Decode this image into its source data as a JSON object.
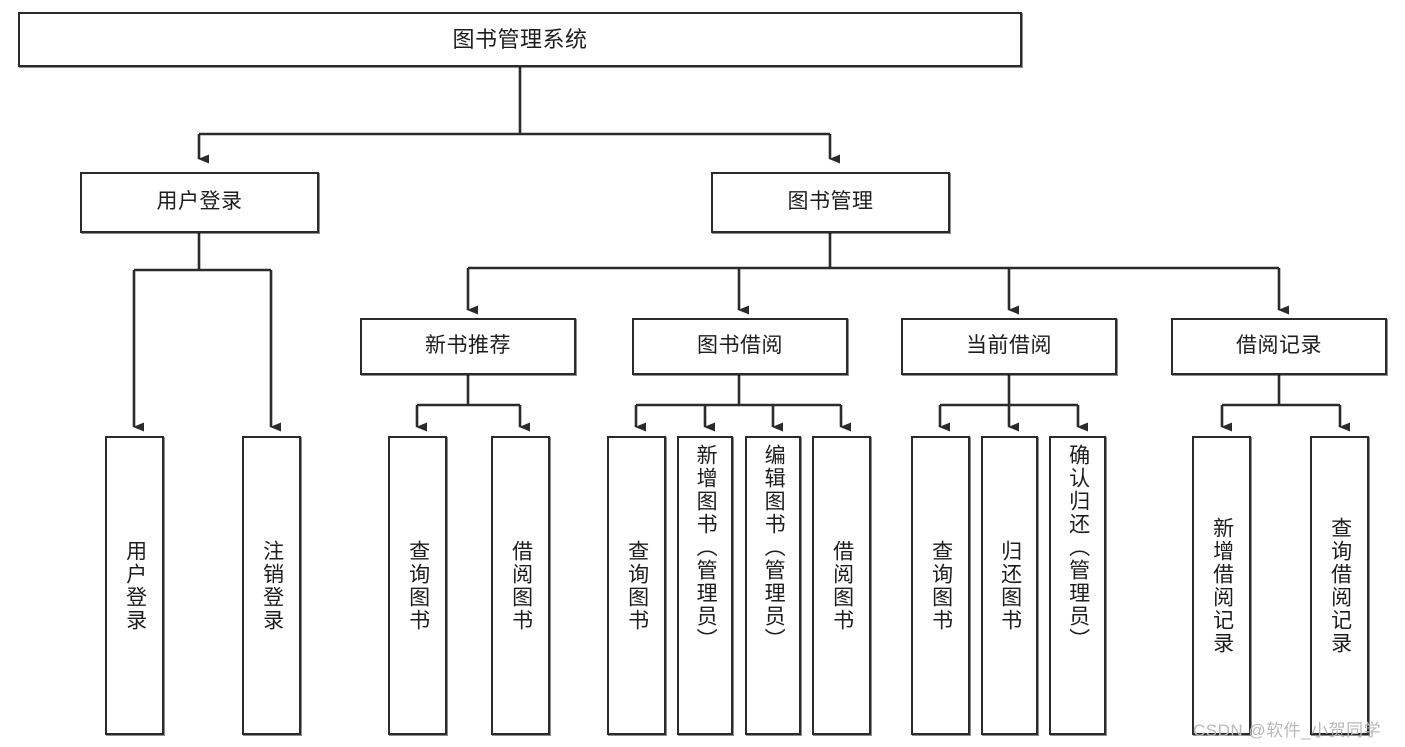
{
  "diagram": {
    "type": "tree",
    "title": "图书管理系统",
    "root": {
      "label": "图书管理系统"
    },
    "level1": [
      {
        "label": "用户登录"
      },
      {
        "label": "图书管理"
      }
    ],
    "level2": [
      {
        "label": "新书推荐"
      },
      {
        "label": "图书借阅"
      },
      {
        "label": "当前借阅"
      },
      {
        "label": "借阅记录"
      }
    ],
    "leaves": {
      "user_login": [
        {
          "label": "用户登录"
        },
        {
          "label": "注销登录"
        }
      ],
      "new_book_recommend": [
        {
          "label": "查询图书"
        },
        {
          "label": "借阅图书"
        }
      ],
      "book_borrow": [
        {
          "label": "查询图书"
        },
        {
          "label": "新增图书（管理员）"
        },
        {
          "label": "编辑图书（管理员）"
        },
        {
          "label": "借阅图书"
        }
      ],
      "current_borrow": [
        {
          "label": "查询图书"
        },
        {
          "label": "归还图书"
        },
        {
          "label": "确认归还（管理员）"
        }
      ],
      "borrow_record": [
        {
          "label": "新增借阅记录"
        },
        {
          "label": "查询借阅记录"
        }
      ]
    }
  },
  "watermark": {
    "text": "CSDN @软件_小贺同学"
  },
  "colors": {
    "line": "#2b2b2b",
    "box_border": "#2b2b2b",
    "background": "#ffffff",
    "text": "#1d1d1d",
    "watermark": "#b9b9b9"
  }
}
